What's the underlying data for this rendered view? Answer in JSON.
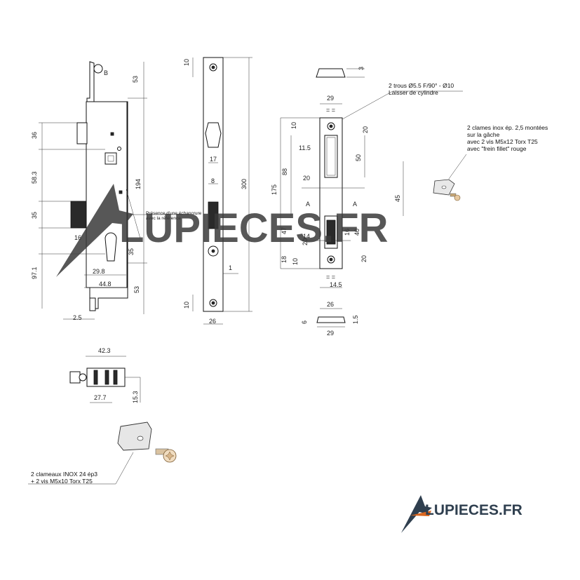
{
  "dims_lock_body": {
    "b_label": "B",
    "d53_top": "53",
    "d36": "36",
    "d583": "58.3",
    "d35_left": "35",
    "d16": "16",
    "d971": "97.1",
    "d194": "194",
    "d35_right": "35",
    "d298": "29.8",
    "d448": "44.8",
    "d53_bottom": "53",
    "d25": "2.5",
    "note_line1": "Présence d'une échancrure",
    "note_line2": "avec la référence"
  },
  "dims_faceplate": {
    "d10_top": "10",
    "d17": "17",
    "d8": "8",
    "d300": "300",
    "d1": "1",
    "d10_bottom": "10",
    "d26": "26"
  },
  "dims_strike": {
    "d3": "3",
    "d29_top": "29",
    "d10_a": "10",
    "d20_a": "20",
    "d115": "11.5",
    "d50": "50",
    "d88": "88",
    "d20_b": "20",
    "d175": "175",
    "d45": "45",
    "a_left": "A",
    "a_right": "A",
    "d14": "14",
    "d47": "47",
    "d16": "16",
    "d40": "40",
    "d20_c": "20",
    "d18": "18",
    "d10_b": "10",
    "d20_d": "20",
    "d145": "14.5",
    "d26": "26",
    "d6": "6",
    "d15": "1.5",
    "d29_bottom": "29",
    "eq1": "= =",
    "eq2": "= ="
  },
  "dims_detail": {
    "d423": "42.3",
    "d277": "27.7",
    "d153": "15.3"
  },
  "notes": {
    "trous_line1": "2 trous Ø5.5 F/90° - Ø10",
    "trous_line2": "Laisser de cylindre",
    "clames_line1": "2 clames inox ép. 2,5 montées",
    "clames_line2": "sur la gâche",
    "clames_line3": "avec 2 vis M5x12 Torx T25",
    "clames_line4": "avec \"frein fillet\" rouge",
    "clameaux_line1": "2 clameaux INOX 24 ép3",
    "clameaux_line2": "+ 2 vis M5x10 Torx T25"
  },
  "watermark": {
    "big_text": "LUPIECES.FR",
    "logo_text": "LUPIECES.FR",
    "colors": {
      "watermark": "#3a3a3a",
      "logo_dark": "#2f3f4f",
      "logo_accent": "#d9661f"
    }
  }
}
